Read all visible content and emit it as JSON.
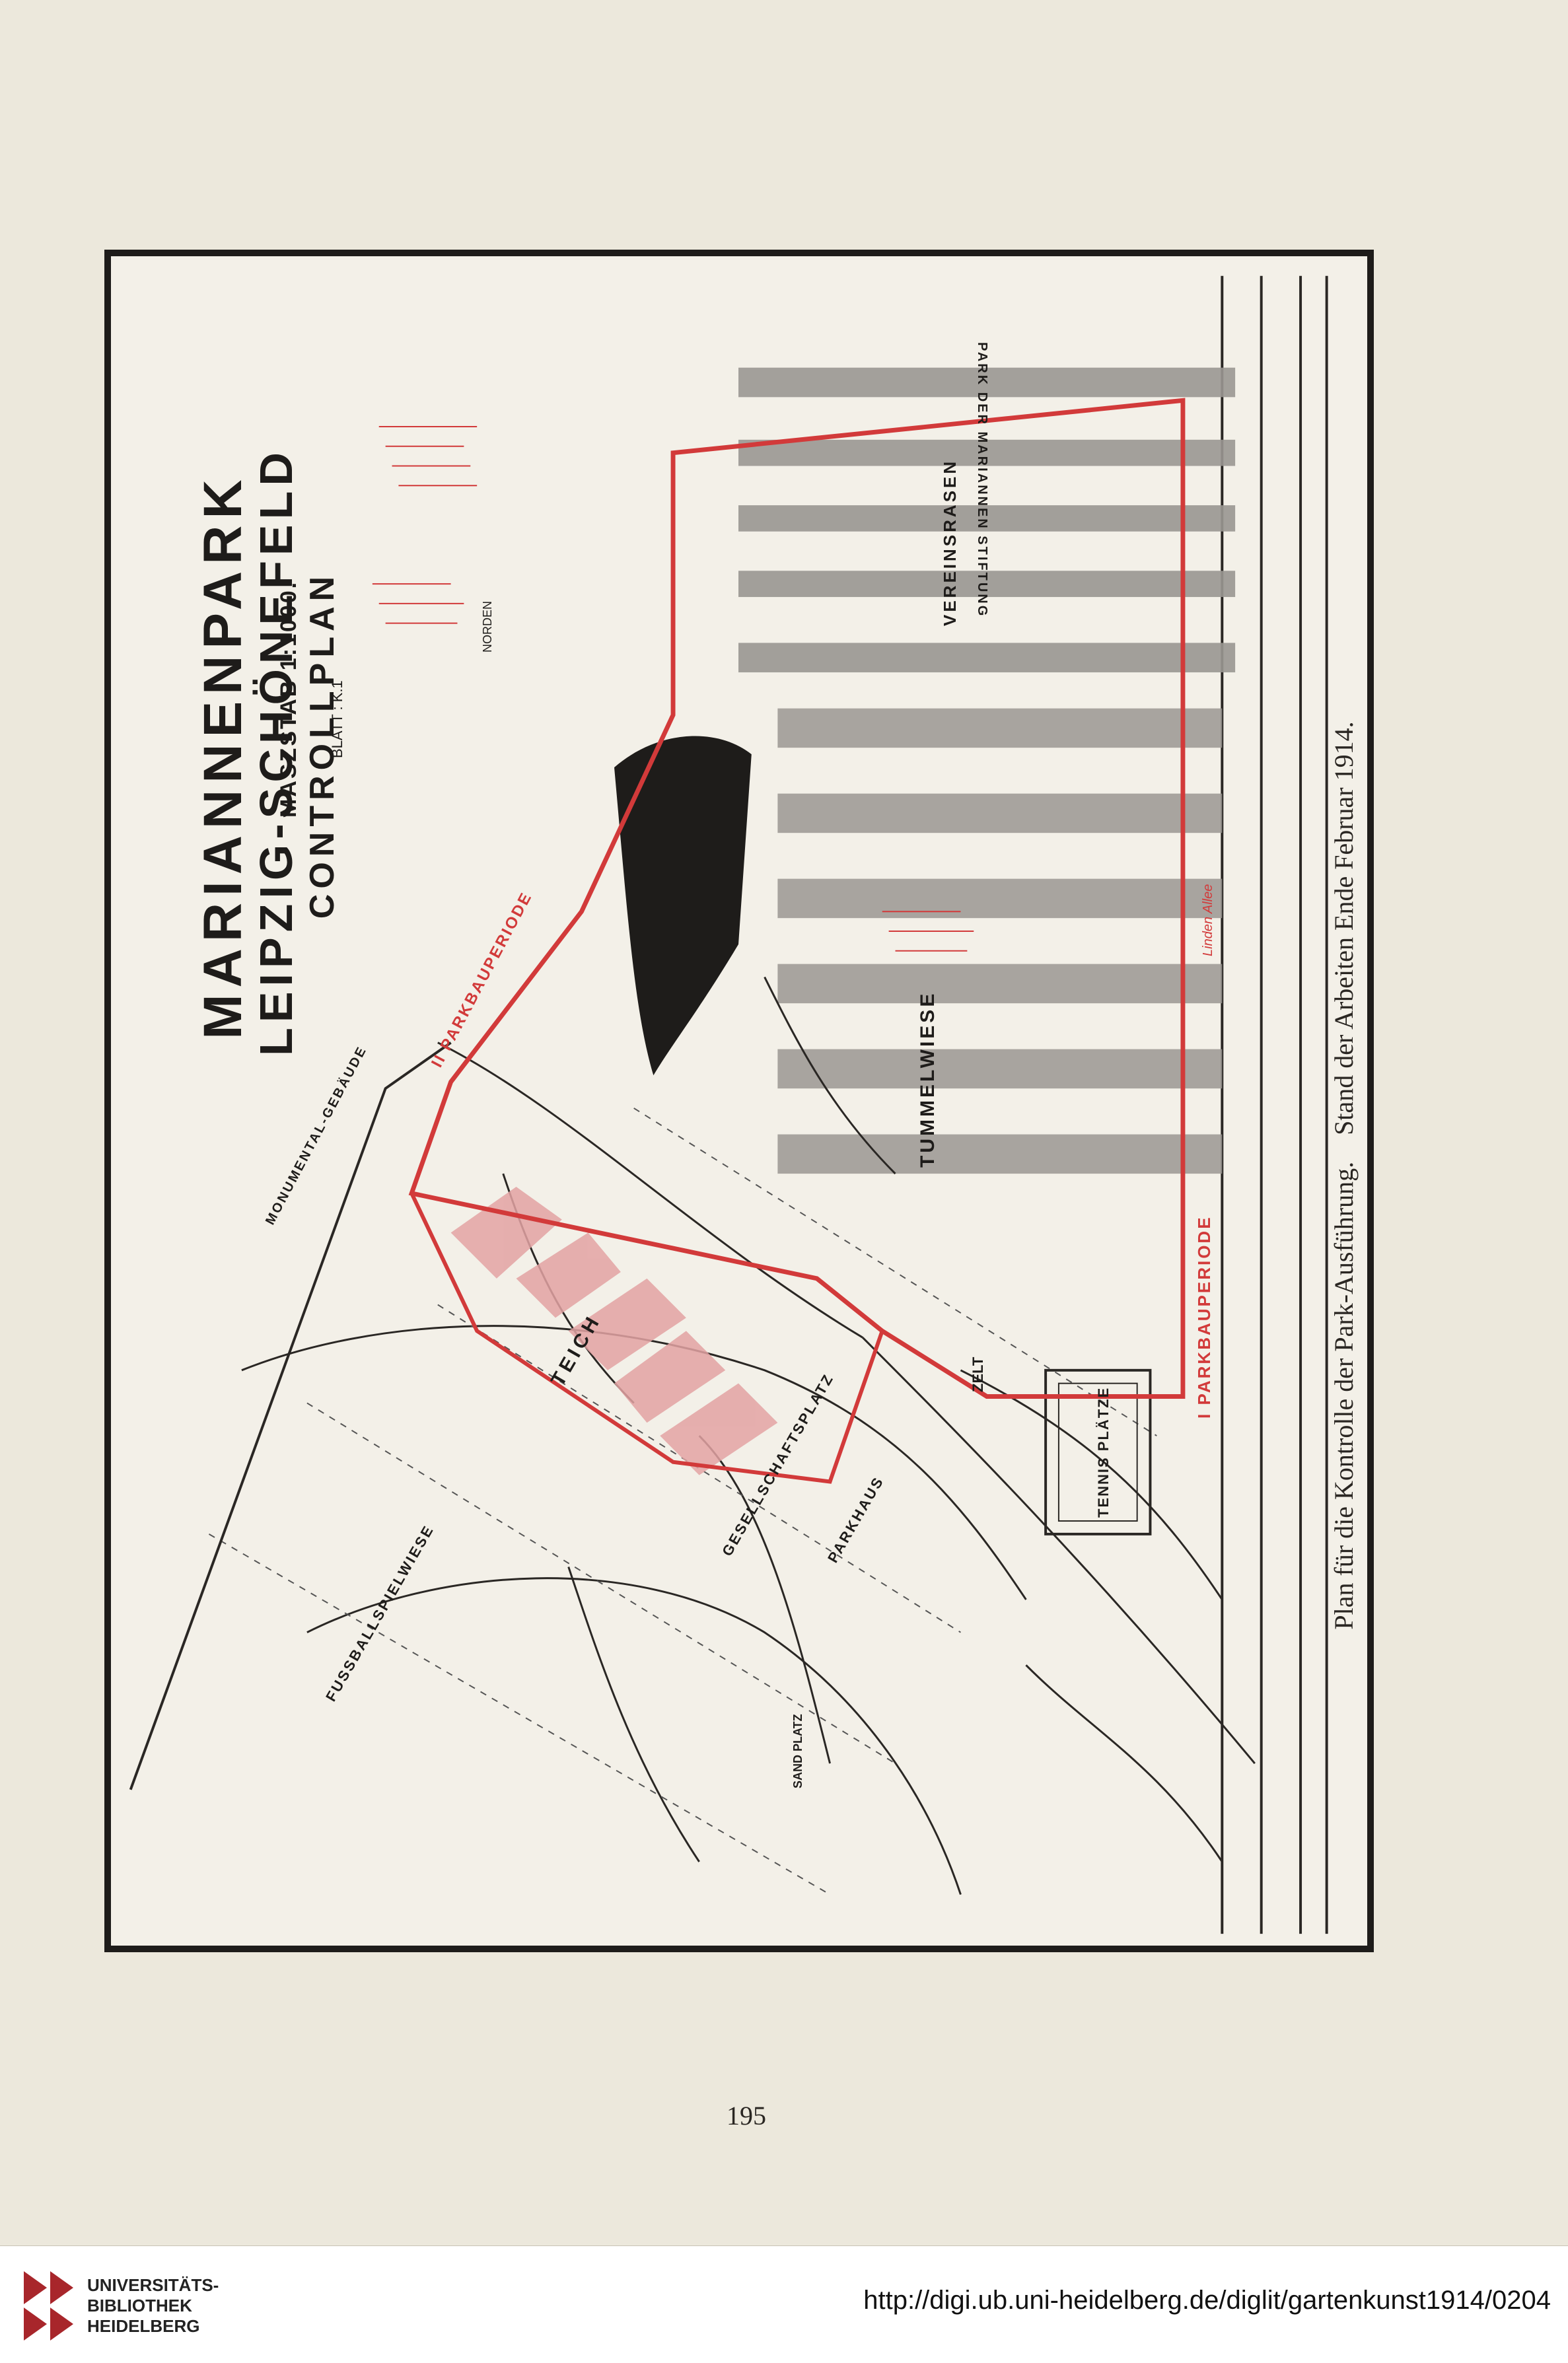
{
  "plan": {
    "title_main": "MARIANNENPARK",
    "title_sub": "LEIPZIG-SCHÖNEFELD",
    "title_plan": "CONTROLLPLAN",
    "scale": "MASZSTAB 1:1000.",
    "sheet": "BLATT : K.1",
    "north": "NORDEN",
    "areas": {
      "fussballspielwiese": "FUSSBALLSPIELWIESE",
      "teich": "TEICH",
      "gesellschaftsplatz": "GESELLSCHAFTSPLATZ",
      "parkhaus": "PARKHAUS",
      "tummelwiese": "TUMMELWIESE",
      "vereinsrasen": "VEREINSRASEN",
      "zelt": "ZELT",
      "tennisplaetze": "TENNIS PLÄTZE",
      "monumentalgebaeude": "MONUMENTAL-GEBÄUDE",
      "park_der_mariannen_stiftung": "PARK DER MARIANNEN STIFTUNG",
      "sandplatz": "SAND PLATZ"
    },
    "red_labels": {
      "first_period": "I PARKBAUPERIODE",
      "second_period": "II PARKBAUPERIODE",
      "lindenallee": "Linden Allee"
    }
  },
  "caption": {
    "part1": "Plan für die Kontrolle der Park-Ausführung.",
    "part2": "Stand der Arbeiten Ende Februar 1914."
  },
  "page_number": "195",
  "footer": {
    "library_line1": "UNIVERSITÄTS-",
    "library_line2": "BIBLIOTHEK",
    "library_line3": "HEIDELBERG",
    "url": "http://digi.ub.uni-heidelberg.de/diglit/gartenkunst1914/0204"
  },
  "colors": {
    "paper": "#ece8dc",
    "ink": "#1e1c1a",
    "annotation_red": "#d23a3a",
    "plan_grey": "#9a9792"
  }
}
